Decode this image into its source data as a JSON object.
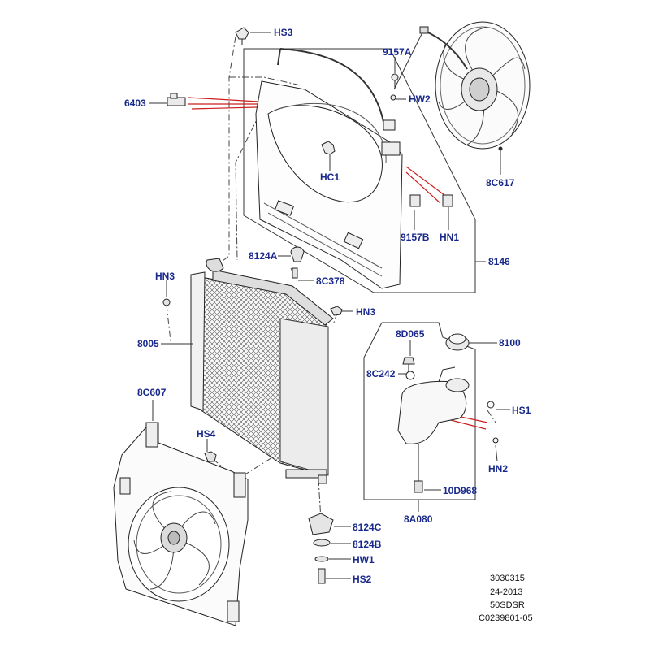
{
  "callouts": {
    "hs3": "HS3",
    "p9157a": "9157A",
    "hw2": "HW2",
    "p6403": "6403",
    "hc1": "HC1",
    "p8c617": "8C617",
    "p9157b": "9157B",
    "hn1": "HN1",
    "p8146": "8146",
    "p8124a": "8124A",
    "hn3_left": "HN3",
    "p8c378": "8C378",
    "hn3_right": "HN3",
    "p8005": "8005",
    "p8d065": "8D065",
    "p8100": "8100",
    "p8c242": "8C242",
    "hs1": "HS1",
    "p8c607": "8C607",
    "hs4": "HS4",
    "hn2": "HN2",
    "p10d968": "10D968",
    "p8a080": "8A080",
    "p8124c": "8124C",
    "p8124b": "8124B",
    "hw1": "HW1",
    "hs2": "HS2"
  },
  "footer": {
    "line1": "3030315",
    "line2": "24-2013",
    "line3": "50SDSR",
    "line4": "C0239801-05"
  },
  "colors": {
    "label": "#1a2a8c",
    "line": "#222222",
    "highlight": "#cc1f1f"
  }
}
